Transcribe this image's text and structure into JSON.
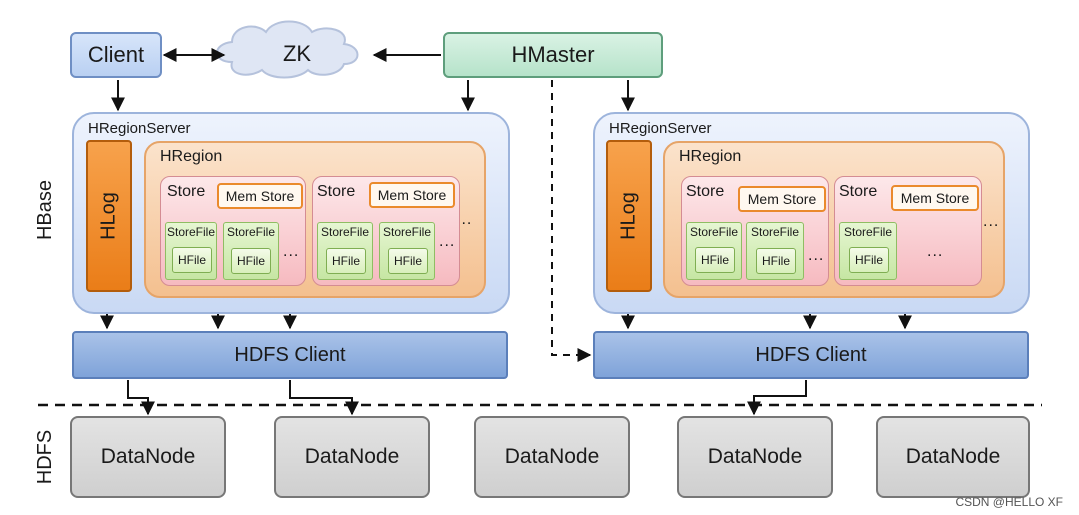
{
  "labels": {
    "client": "Client",
    "zk": "ZK",
    "hmaster": "HMaster",
    "hbase": "HBase",
    "hdfs": "HDFS",
    "watermark": "CSDN @HELLO XF"
  },
  "region_servers": [
    {
      "title": "HRegionServer",
      "hlog": "HLog",
      "region_title": "HRegion",
      "region_trailing_dots": "...",
      "stores": [
        {
          "title": "Store",
          "memstore": "Mem Store",
          "storefiles": [
            {
              "title": "StoreFile",
              "hfile": "HFile"
            },
            {
              "title": "StoreFile",
              "hfile": "HFile"
            }
          ],
          "dots": "..."
        },
        {
          "title": "Store",
          "memstore": "Mem Store",
          "storefiles": [
            {
              "title": "StoreFile",
              "hfile": "HFile"
            },
            {
              "title": "StoreFile",
              "hfile": "HFile"
            }
          ],
          "dots": "..."
        }
      ],
      "hdfs_client": "HDFS Client"
    },
    {
      "title": "HRegionServer",
      "hlog": "HLog",
      "region_title": "HRegion",
      "region_trailing_dots": "...",
      "stores": [
        {
          "title": "Store",
          "memstore": "Mem Store",
          "storefiles": [
            {
              "title": "StoreFile",
              "hfile": "HFile"
            },
            {
              "title": "StoreFile",
              "hfile": "HFile"
            }
          ],
          "dots": "..."
        },
        {
          "title": "Store",
          "memstore": "Mem Store",
          "storefiles": [
            {
              "title": "StoreFile",
              "hfile": "HFile"
            }
          ],
          "dots": "..."
        }
      ],
      "hdfs_client": "HDFS Client"
    }
  ],
  "datanodes": [
    "DataNode",
    "DataNode",
    "DataNode",
    "DataNode",
    "DataNode"
  ]
}
